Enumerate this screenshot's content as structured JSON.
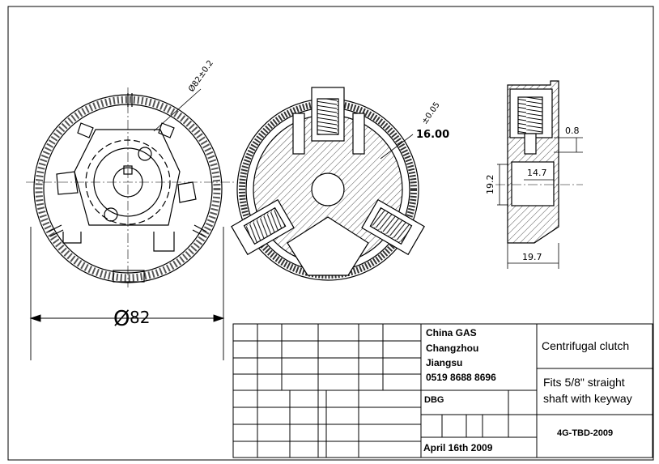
{
  "front_view": {
    "outer_diameter_dim": "82",
    "outer_dim_callout": "Ø82±0.2"
  },
  "section_view": {
    "bore_dim": "16.00",
    "bore_tolerance": "±0.05"
  },
  "side_view": {
    "dim_gap": "0.8",
    "dim_hub_length": "14.7",
    "dim_hub_diameter": "19.2",
    "dim_total_width": "19.7"
  },
  "title_block": {
    "company_name": "China GAS",
    "company_city": "Changzhou",
    "company_province": "Jiangsu",
    "company_phone": "0519 8688 8696",
    "part_title": "Centrifugal clutch",
    "description_line1": "Fits 5/8\" straight",
    "description_line2": "shaft with keyway",
    "code": "DBG",
    "drawing_number": "4G-TBD-2009",
    "date": "April 16th 2009"
  }
}
